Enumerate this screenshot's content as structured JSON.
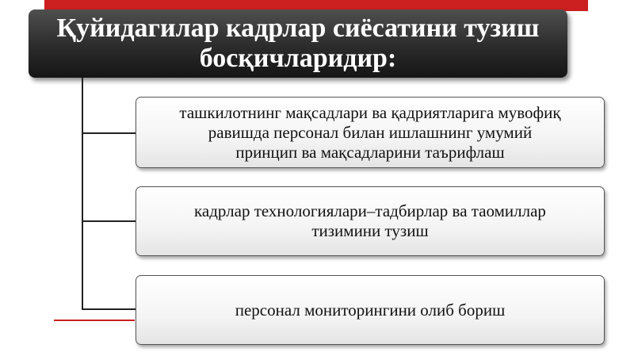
{
  "title": {
    "line1": "Қуйидагилар кадрлар сиёсатини тузиш",
    "line2": "босқичларидир:"
  },
  "steps": [
    {
      "lines": [
        "ташкилотнинг мақсадлари ва қадриятларига мувофиқ",
        "равишда персонал билан ишлашнинг умумий",
        "принцип ва мақсадларини таърифлаш"
      ]
    },
    {
      "lines": [
        "кадрлар технологиялари–тадбирлар ва таомиллар",
        "тизимини тузиш"
      ]
    },
    {
      "lines": [
        "персонал мониторингини олиб бориш"
      ]
    }
  ],
  "colors": {
    "accent_red": "#cc1f1f",
    "title_bg": "#2b2b2b",
    "box_border": "#555555"
  }
}
